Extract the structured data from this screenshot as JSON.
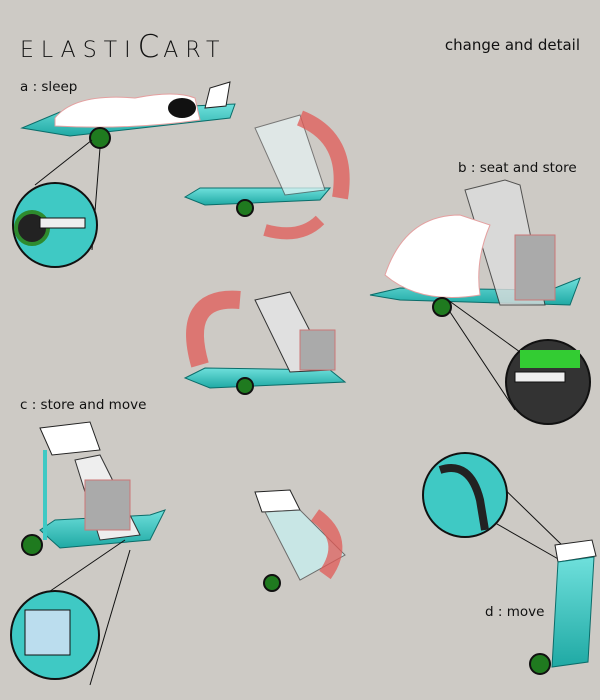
{
  "header": {
    "logo": "ElastiCart",
    "logo_parts": [
      "ELASTI",
      "C",
      "ART"
    ],
    "subtitle": "change and detail"
  },
  "labels": {
    "a": "a : sleep",
    "b": "b : seat and store",
    "c": "c : store and move",
    "d": "d : move"
  },
  "colors": {
    "background": "#cdcac5",
    "tray": "#3fc9c4",
    "wheel": "#2e8b2e",
    "arrow": "#e05a55"
  }
}
